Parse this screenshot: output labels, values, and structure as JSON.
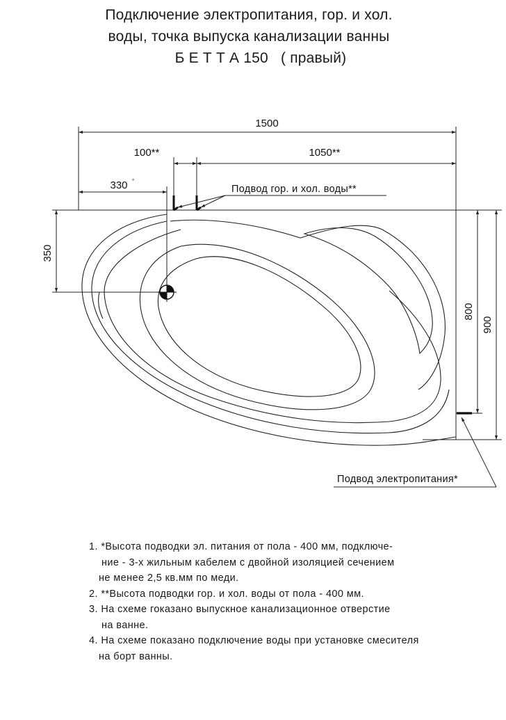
{
  "title": {
    "line1": "Подключение электропитания, гор. и хол.",
    "line2": "воды, точка выпуска канализации ванны",
    "line3": "Б Е Т Т А 150   ( правый)"
  },
  "dimensions": {
    "width_total": "1500",
    "water_spacing": "100**",
    "water_to_right": "1050**",
    "drain_from_left": "330",
    "drain_from_top": "350",
    "power_height": "800",
    "depth_total": "900"
  },
  "labels": {
    "water_supply": "Подвод гор. и хол. воды**",
    "power_supply": "Подвод электропитания*"
  },
  "notes": [
    "1. *Высота подводки эл. питания от пола - 400 мм, подключе-",
    "ние - 3-х жильным кабелем с двойной изоляцией сечением",
    "не менее 2,5 кв.мм по меди.",
    "2. **Высота подводки гор. и хол. воды от пола - 400 мм.",
    "3. На схеме гоказано выпускное канализационное отверстие",
    "на ванне.",
    "4. На схеме показано подключение воды при установке смесителя",
    "на борт ванны."
  ]
}
